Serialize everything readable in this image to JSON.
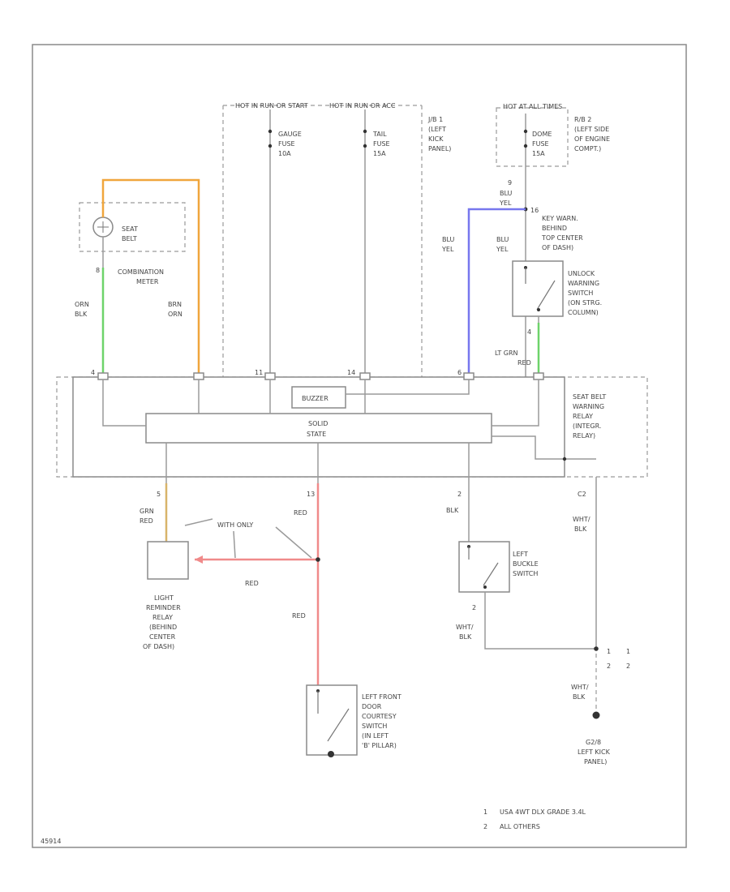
{
  "diagram": {
    "labels": {
      "hot_in_run_start": "HOT IN RUN OR START",
      "hot_in_run_or_acc": "HOT IN RUN OR ACC",
      "hot_at_all_times": "HOT AT ALL TIMES",
      "gauge_fuse": [
        "GAUGE",
        "FUSE",
        "10A"
      ],
      "tail_fuse": [
        "TAIL",
        "FUSE",
        "15A"
      ],
      "dome_fuse": [
        "DOME",
        "FUSE",
        "15A"
      ],
      "jb1": [
        "J/B 1",
        "(LEFT",
        "KICK",
        "PANEL)"
      ],
      "rb2": [
        "R/B 2",
        "(LEFT SIDE",
        "OF ENGINE",
        "COMPT.)"
      ],
      "seat_belt": [
        "SEAT",
        "BELT"
      ],
      "combination_meter": [
        "COMBINATION",
        "METER"
      ],
      "key_warn": [
        "KEY WARN.",
        "BEHIND",
        "TOP CENTER",
        "OF DASH)"
      ],
      "unlock_switch": [
        "UNLOCK",
        "WARNING",
        "SWITCH",
        "(ON STRG.",
        "COLUMN)"
      ],
      "seat_belt_relay": [
        "SEAT BELT",
        "WARNING",
        "RELAY",
        "(INTEGR.",
        "RELAY)"
      ],
      "buzzer": "BUZZER",
      "solid_state": [
        "SOLID",
        "STATE"
      ],
      "light_reminder": [
        "LIGHT",
        "REMINDER",
        "RELAY",
        "(BEHIND",
        "CENTER",
        "OF DASH)"
      ],
      "with_only": "WITH ONLY",
      "left_buckle": [
        "LEFT",
        "BUCKLE",
        "SWITCH"
      ],
      "left_front_door": [
        "LEFT FRONT",
        "DOOR",
        "COURTESY",
        "SWITCH",
        "(IN LEFT",
        "'B' PILLAR)"
      ],
      "ground": [
        "G2/8",
        "LEFT KICK",
        "PANEL)"
      ],
      "notes": [
        {
          "mark": "1",
          "text": "USA 4WT DLX GRADE 3.4L"
        },
        {
          "mark": "2",
          "text": "ALL OTHERS"
        }
      ],
      "ref_code": "45914"
    },
    "wires": {
      "orn_blk": [
        "ORN",
        "BLK"
      ],
      "brn_orn": [
        "BRN",
        "ORN"
      ],
      "blu_yel_a": [
        "BLU",
        "YEL"
      ],
      "blu_yel_b": [
        "BLU",
        "YEL"
      ],
      "blu_yel_top": [
        "BLU",
        "YEL"
      ],
      "lt_grn_red": [
        "LT GRN",
        "RED"
      ],
      "grn_red": [
        "GRN",
        "RED"
      ],
      "red_1": "RED",
      "red_2": "RED",
      "red_3": "RED",
      "blk": "BLK",
      "wht_blk_1": [
        "WHT/",
        "BLK"
      ],
      "wht_blk_2": [
        "WHT/",
        "BLK"
      ],
      "wht_blk_3": [
        "WHT/",
        "BLK"
      ]
    },
    "pins": {
      "p8": "8",
      "p4": "4",
      "p9": "9",
      "p16": "16",
      "p4b": "4",
      "p11": "11",
      "p14": "14",
      "p6": "6",
      "p5": "5",
      "p2": "2",
      "p13": "13",
      "pin1": "1",
      "pin2": "2",
      "c2": "C2"
    },
    "colors": {
      "orange": "#f0a63c",
      "green": "#6ed36a",
      "blue": "#7777ee",
      "red": "#f08a8a",
      "tan": "#d8b46a"
    }
  }
}
